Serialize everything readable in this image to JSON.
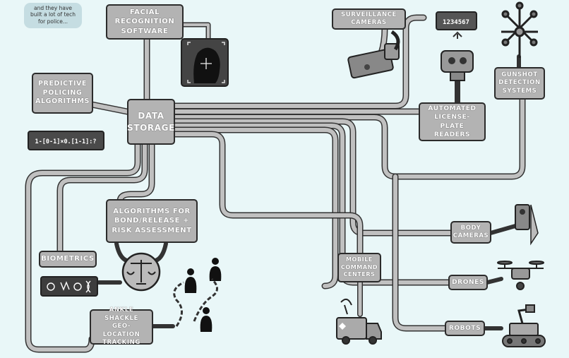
{
  "caption": "and they have\nbuilt a lot of tech\nfor police...",
  "nodes": {
    "facial": "FACIAL\nRECOGNITION\nSOFTWARE",
    "surveillance": "SURVEILLANCE\nCAMERAS",
    "predictive": "PREDICTIVE\nPOLICING\nALGORITHMS",
    "data_storage": "DATA\nSTORAGE",
    "alpr": "AUTOMATED\nLICENSE-PLATE\nREADERS",
    "gunshot": "GUNSHOT\nDETECTION\nSYSTEMS",
    "bond": "ALGORITHMS FOR\nBOND/RELEASE +\nRISK ASSESSMENT",
    "biometrics": "BIOMETRICS",
    "ankle": "ANKLE SHACKLE\nGEO-LOCATION\nTRACKING",
    "mobile": "MOBILE\nCOMMAND\nCENTERS",
    "body_cams": "BODY\nCAMERAS",
    "drones": "DRONES",
    "robots": "ROBOTS"
  },
  "formula": "1-[0-1]×0.[1-1]:?",
  "plate_number": "1234567"
}
